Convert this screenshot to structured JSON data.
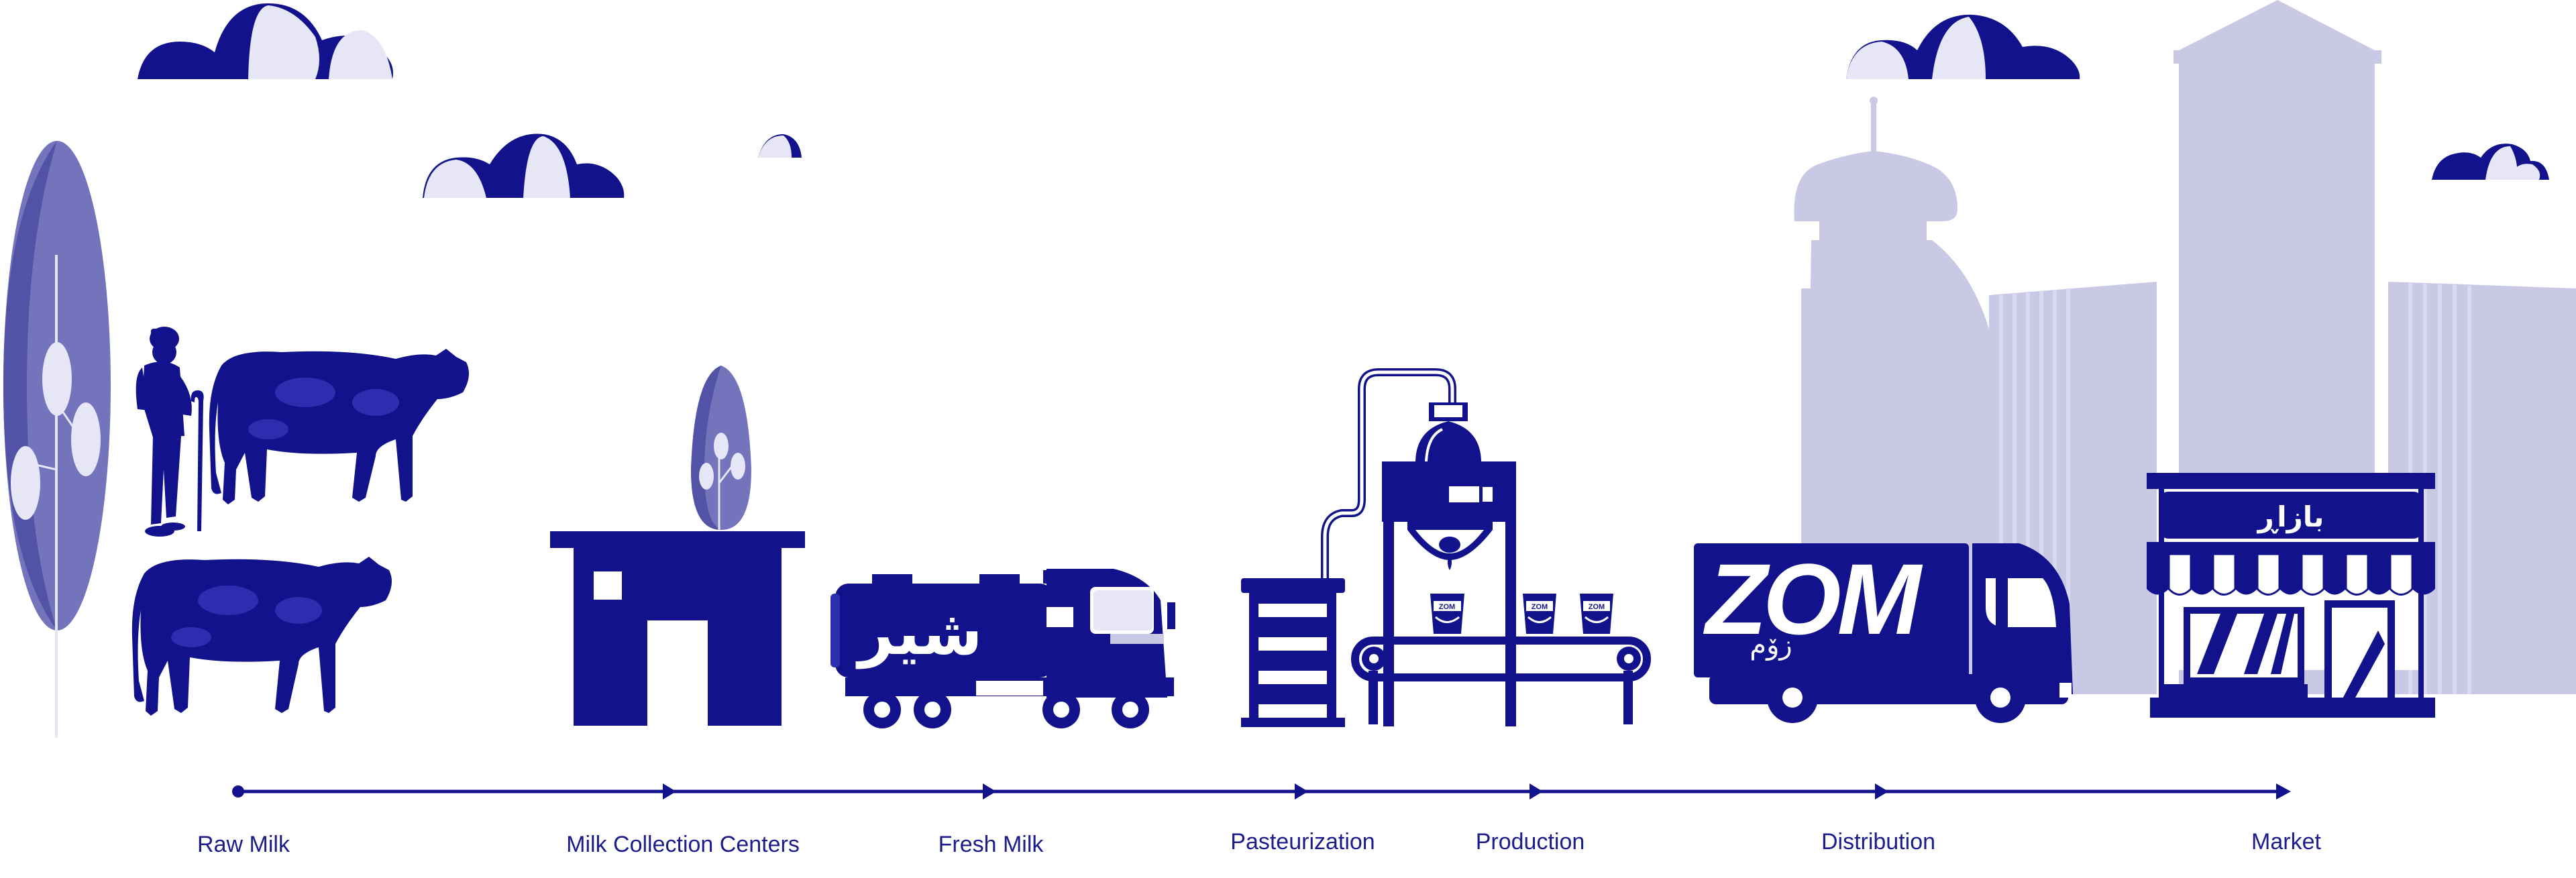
{
  "colors": {
    "primary": "#12128c",
    "light": "#c9c9e6",
    "mid": "#7474bd",
    "pale": "#e6e6f6",
    "white": "#ffffff"
  },
  "tanker_text": "شیر",
  "truck_brand": "ZOM",
  "truck_brand_sub": "زۆم",
  "cup_brand": "ZOM",
  "shop_sign": "بازاڕ",
  "timeline": {
    "stages": [
      {
        "label": "Raw Milk"
      },
      {
        "label": "Milk Collection Centers"
      },
      {
        "label": "Fresh Milk"
      },
      {
        "label": "Pasteurization"
      },
      {
        "label": "Production"
      },
      {
        "label": "Distribution"
      },
      {
        "label": "Market"
      }
    ]
  }
}
